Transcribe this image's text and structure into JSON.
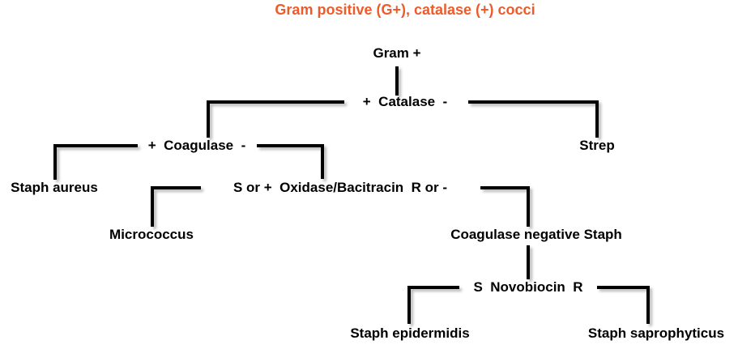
{
  "title": {
    "text": "Gram positive (G+), catalase (+) cocci",
    "color": "#EE5B2B"
  },
  "nodes": {
    "gram": "Gram +",
    "catalase": "+  Catalase  -",
    "coagulase": "+  Coagulase  -",
    "strep": "Strep",
    "staph_aureus": "Staph aureus",
    "oxidase_row": "S or +  Oxidase/Bacitracin  R or -",
    "micrococcus": "Micrococcus",
    "coag_negative": "Coagulase negative Staph",
    "novobiocin_row": "S  Novobiocin  R",
    "staph_epidermidis": "Staph epidermidis",
    "staph_saprophyticus": "Staph saprophyticus"
  },
  "style": {
    "line_color": "#000000",
    "line_shadow_color": "#b9b9b9",
    "text_color": "#000000"
  }
}
